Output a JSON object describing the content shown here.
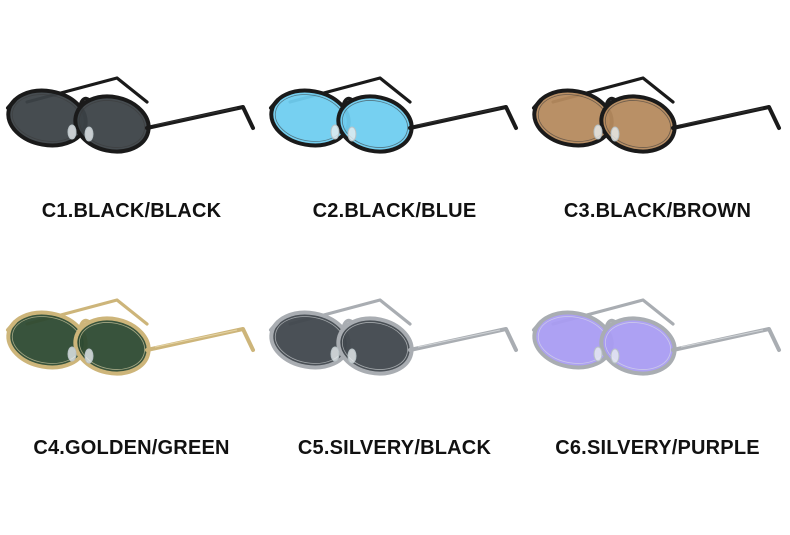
{
  "variants": [
    {
      "label": "C1.BLACK/BLACK",
      "frame": "black",
      "lens": "black",
      "frame_color": "#1a1a1a",
      "frame_highlight": "#3a3a3a",
      "lens_color": "#3c4247"
    },
    {
      "label": "C2.BLACK/BLUE",
      "frame": "black",
      "lens": "blue",
      "frame_color": "#1a1a1a",
      "frame_highlight": "#3a3a3a",
      "lens_color": "#6fcdf0"
    },
    {
      "label": "C3.BLACK/BROWN",
      "frame": "black",
      "lens": "brown",
      "frame_color": "#1a1a1a",
      "frame_highlight": "#3a3a3a",
      "lens_color": "#b58a5e"
    },
    {
      "label": "C4.GOLDEN/GREEN",
      "frame": "golden",
      "lens": "green",
      "frame_color": "#cdb57a",
      "frame_highlight": "#efe1b6",
      "lens_color": "#2d4a32"
    },
    {
      "label": "C5.SILVERY/BLACK",
      "frame": "silvery",
      "lens": "black",
      "frame_color": "#a9adb2",
      "frame_highlight": "#dfe2e5",
      "lens_color": "#40474d"
    },
    {
      "label": "C6.SILVERY/PURPLE",
      "frame": "silvery",
      "lens": "purple",
      "frame_color": "#a9adb2",
      "frame_highlight": "#dfe2e5",
      "lens_color": "#a99cf2"
    }
  ]
}
